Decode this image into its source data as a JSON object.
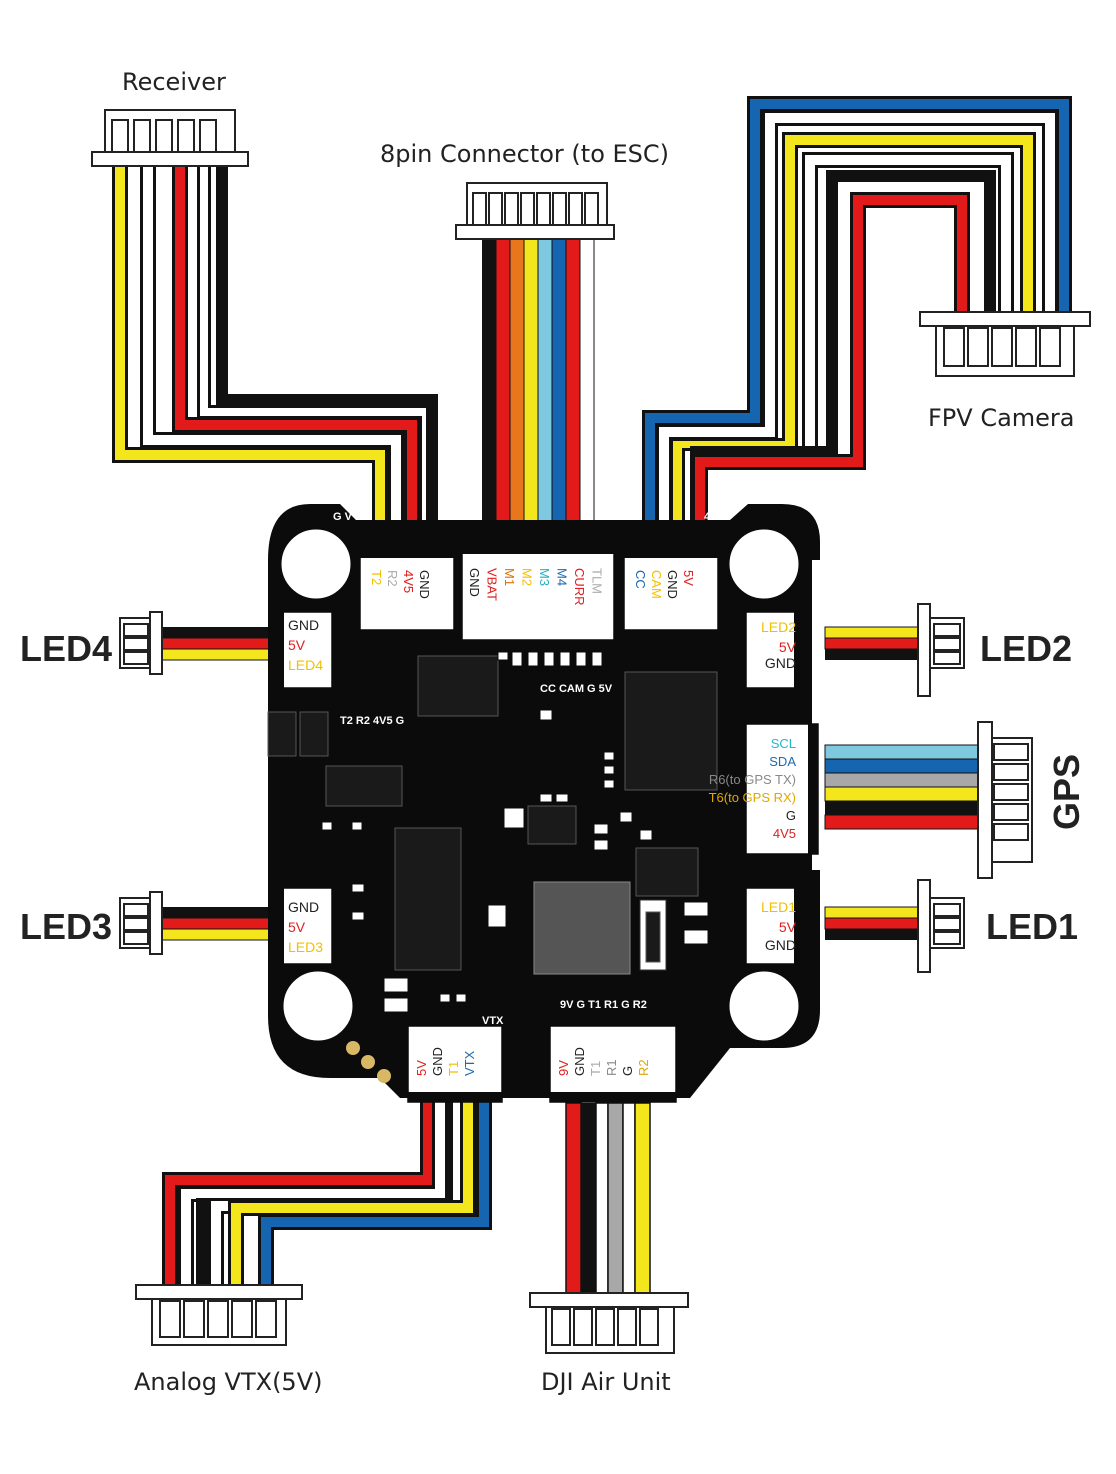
{
  "labels": {
    "receiver": "Receiver",
    "esc": "8pin Connector (to ESC)",
    "camera": "FPV Camera",
    "gps": "GPS",
    "led1": "LED1",
    "led2": "LED2",
    "led3": "LED3",
    "led4": "LED4",
    "vtx": "Analog VTX(5V)",
    "dji": "DJI Air Unit"
  },
  "board": {
    "silk_gv1": "G V 1",
    "silk_4ct": "4 C T",
    "silk_ccgam": "CC CAM G 5V",
    "silk_t2r2": "T2 R2 4V5 G",
    "silk_vtx": "VTX",
    "silk_dji": "9V G T1 R1 G R2"
  },
  "pins": {
    "receiver": [
      {
        "t": "T2",
        "c": "#f0c000"
      },
      {
        "t": "R2",
        "c": "#aaaaaa"
      },
      {
        "t": "4V5",
        "c": "#e02020"
      },
      {
        "t": "GND",
        "c": "#222222"
      }
    ],
    "esc": [
      {
        "t": "GND",
        "c": "#222222"
      },
      {
        "t": "VBAT",
        "c": "#e02020"
      },
      {
        "t": "M1",
        "c": "#e07000"
      },
      {
        "t": "M2",
        "c": "#f0c000"
      },
      {
        "t": "M3",
        "c": "#20b0c0"
      },
      {
        "t": "M4",
        "c": "#1e6ab0"
      },
      {
        "t": "CURR",
        "c": "#e02020"
      },
      {
        "t": "TLM",
        "c": "#aaaaaa"
      }
    ],
    "camera": [
      {
        "t": "CC",
        "c": "#1e6ab0"
      },
      {
        "t": "CAM",
        "c": "#f0c000"
      },
      {
        "t": "GND",
        "c": "#222222"
      },
      {
        "t": "5V",
        "c": "#e02020"
      }
    ],
    "led4": [
      {
        "t": "GND",
        "c": "#222222"
      },
      {
        "t": "5V",
        "c": "#e02020"
      },
      {
        "t": "LED4",
        "c": "#f0c000"
      }
    ],
    "led3": [
      {
        "t": "GND",
        "c": "#222222"
      },
      {
        "t": "5V",
        "c": "#e02020"
      },
      {
        "t": "LED3",
        "c": "#f0c000"
      }
    ],
    "led2": [
      {
        "t": "LED2",
        "c": "#f0c000"
      },
      {
        "t": "5V",
        "c": "#e02020"
      },
      {
        "t": "GND",
        "c": "#222222"
      }
    ],
    "led1": [
      {
        "t": "LED1",
        "c": "#f0c000"
      },
      {
        "t": "5V",
        "c": "#e02020"
      },
      {
        "t": "GND",
        "c": "#222222"
      }
    ],
    "gps": [
      {
        "t": "SCL",
        "c": "#20b8d0"
      },
      {
        "t": "SDA",
        "c": "#1e6ab0"
      },
      {
        "t": "R6(to GPS TX)",
        "c": "#888888"
      },
      {
        "t": "T6(to GPS RX)",
        "c": "#e0a800"
      },
      {
        "t": "G",
        "c": "#222222"
      },
      {
        "t": "4V5",
        "c": "#e02020"
      }
    ],
    "vtx": [
      {
        "t": "5V",
        "c": "#e02020"
      },
      {
        "t": "GND",
        "c": "#222222"
      },
      {
        "t": "T1",
        "c": "#f0c000"
      },
      {
        "t": "VTX",
        "c": "#1e6ab0"
      }
    ],
    "dji": [
      {
        "t": "9V",
        "c": "#e02020"
      },
      {
        "t": "GND",
        "c": "#222222"
      },
      {
        "t": "T1",
        "c": "#aaaaaa"
      },
      {
        "t": "R1",
        "c": "#888888"
      },
      {
        "t": "G",
        "c": "#222222"
      },
      {
        "t": "R2",
        "c": "#e0a800"
      }
    ]
  },
  "colors": {
    "red": "#e21a1a",
    "black": "#111111",
    "white": "#ffffff",
    "yellow": "#f4e61c",
    "blue": "#1565b0",
    "orange": "#e8761c",
    "cyan": "#5fb8d8",
    "gray": "#a8a8a8",
    "board": "#0b0b0b"
  }
}
